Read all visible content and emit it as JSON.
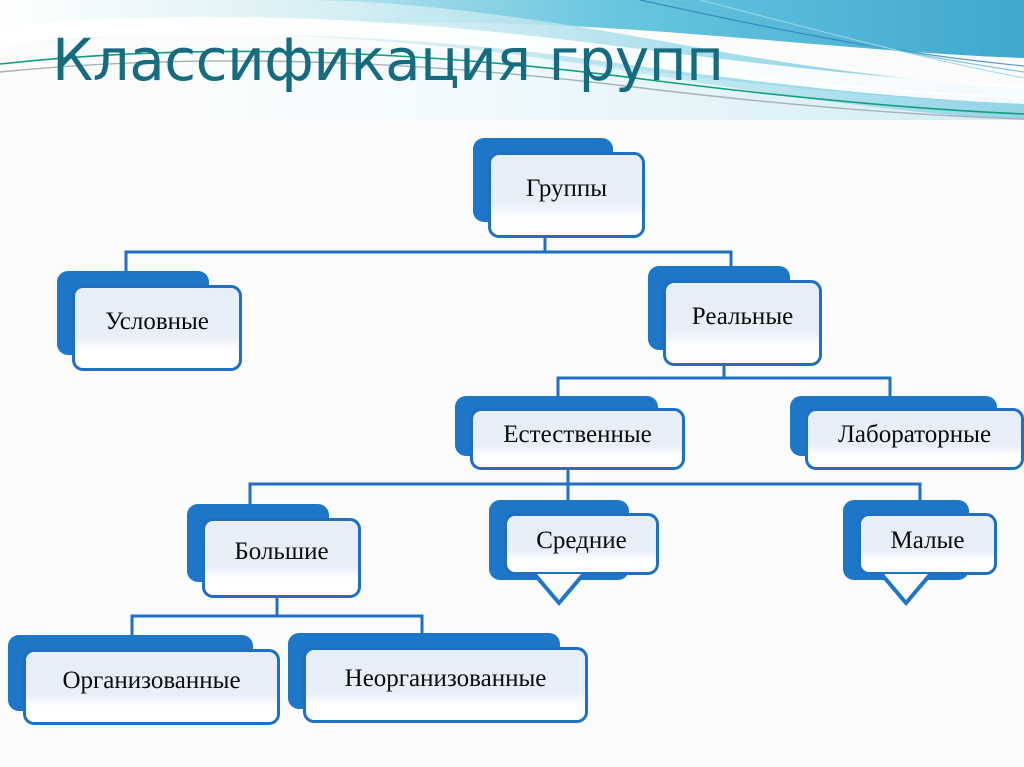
{
  "slide": {
    "title": "Классификация групп",
    "title_color": "#176b7e",
    "accent_blue": "#1e76c8",
    "node_border": "#1f6fc2",
    "node_fill_top": "#e7eef8",
    "node_fill_bottom": "#ffffff",
    "background": "#fbfbfc"
  },
  "diagram": {
    "type": "tree",
    "nodes": [
      {
        "id": "groups",
        "label": "Группы",
        "level": 1,
        "parent": null
      },
      {
        "id": "conditional",
        "label": "Условные",
        "level": 2,
        "parent": "groups"
      },
      {
        "id": "real",
        "label": "Реальные",
        "level": 2,
        "parent": "groups"
      },
      {
        "id": "natural",
        "label": "Естественные",
        "level": 3,
        "parent": "real"
      },
      {
        "id": "laboratory",
        "label": "Лабораторные",
        "level": 3,
        "parent": "real"
      },
      {
        "id": "large",
        "label": "Большие",
        "level": 4,
        "parent": "natural"
      },
      {
        "id": "medium",
        "label": "Средние",
        "level": 4,
        "parent": "natural",
        "pointer": true
      },
      {
        "id": "small",
        "label": "Малые",
        "level": 4,
        "parent": "natural",
        "pointer": true
      },
      {
        "id": "organized",
        "label": "Организованные",
        "level": 5,
        "parent": "large"
      },
      {
        "id": "unorganized",
        "label": "Неорганизованные",
        "level": 5,
        "parent": "large"
      }
    ]
  }
}
